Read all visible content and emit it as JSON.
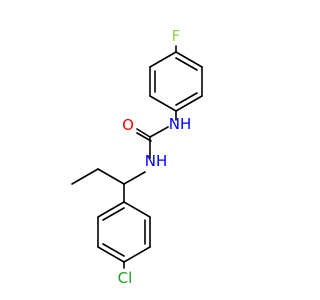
{
  "molecule": {
    "atoms": {
      "fluorine": {
        "label": "F",
        "color": "#8fd14f"
      },
      "oxygen": {
        "label": "O",
        "color": "#ff0000"
      },
      "amine_top": {
        "label": "NH",
        "color": "#0000ff"
      },
      "amine_mid": {
        "label": "NH",
        "color": "#0000ff"
      },
      "chlorine": {
        "label": "Cl",
        "color": "#1fa01f"
      }
    }
  }
}
